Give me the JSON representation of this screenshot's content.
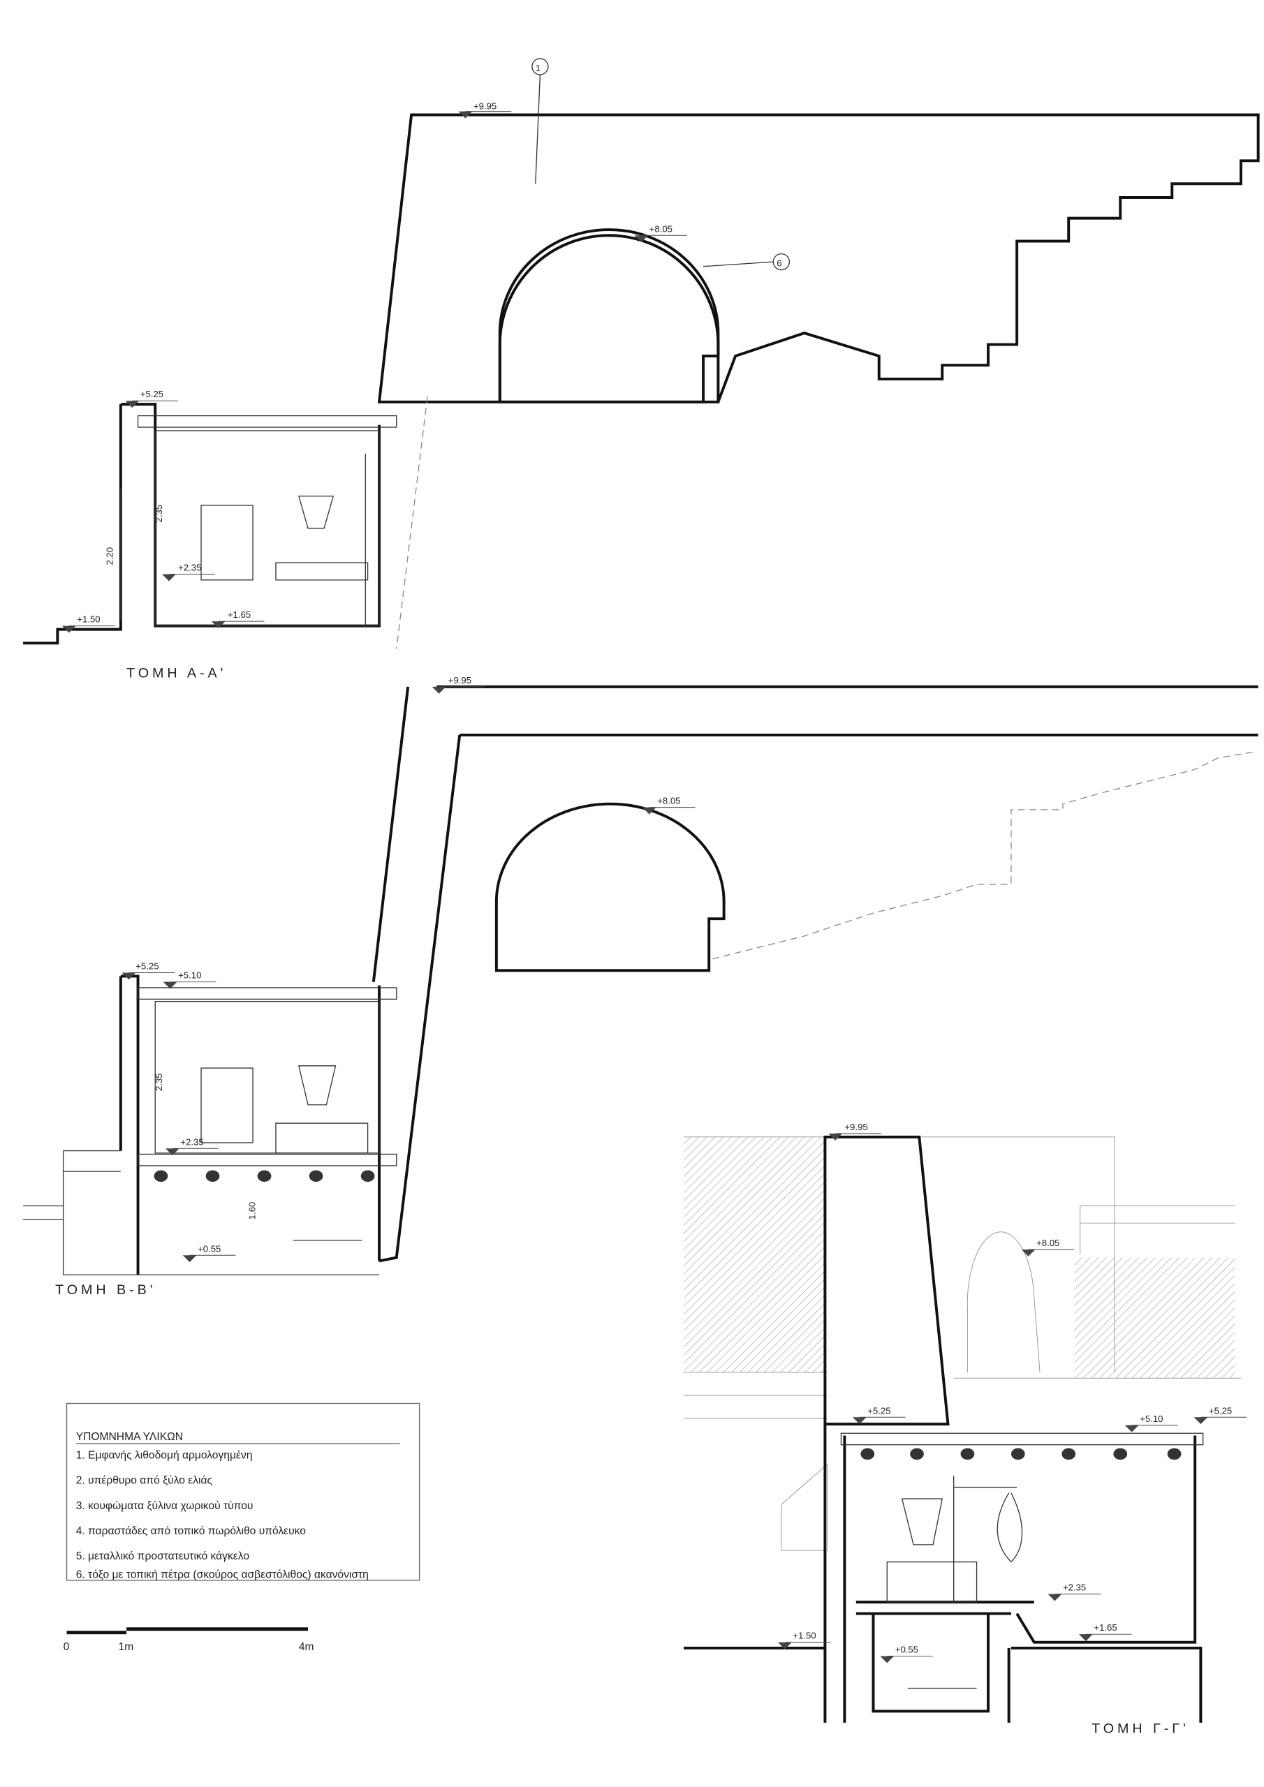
{
  "sections": {
    "a": {
      "title": "ΤΟΜΗ Α-Α'",
      "levels": [
        "+9.95",
        "+8.05",
        "+5.25",
        "+2.35",
        "+1.65",
        "+1.50"
      ],
      "dims": [
        "2.35",
        "2.20"
      ],
      "callouts": [
        "1",
        "6"
      ]
    },
    "b": {
      "title": "ΤΟΜΗ Β-Β'",
      "levels": [
        "+9.95",
        "+8.05",
        "+5.25",
        "+5.10",
        "+2.35",
        "+0.55"
      ],
      "dims": [
        "2.35",
        "1.60"
      ]
    },
    "c": {
      "title": "ΤΟΜΗ Γ-Γ'",
      "levels": [
        "+9.95",
        "+8.05",
        "+5.25",
        "+5.10",
        "+5.25",
        "+2.35",
        "+1.65",
        "+1.50",
        "+0.55"
      ]
    }
  },
  "legend": {
    "title": "ΥΠΟΜΝΗΜΑ ΥΛΙΚΩΝ",
    "items": [
      "1. Εμφανής λιθοδομή αρμολογημένη",
      "2. υπέρθυρο από ξύλο ελιάς",
      "3. κουφώματα ξύλινα χωρικού τύπου",
      "4. παραστάδες από τοπικό πωρόλιθο υπόλευκο",
      "5. μεταλλικό προστατευτικό κάγκελο",
      "6. τόξο με τοπική πέτρα (σκούρος ασβεστόλιθος) ακανόνιστη"
    ]
  },
  "scale_bar": {
    "labels": [
      "0",
      "1m",
      "4m"
    ]
  }
}
